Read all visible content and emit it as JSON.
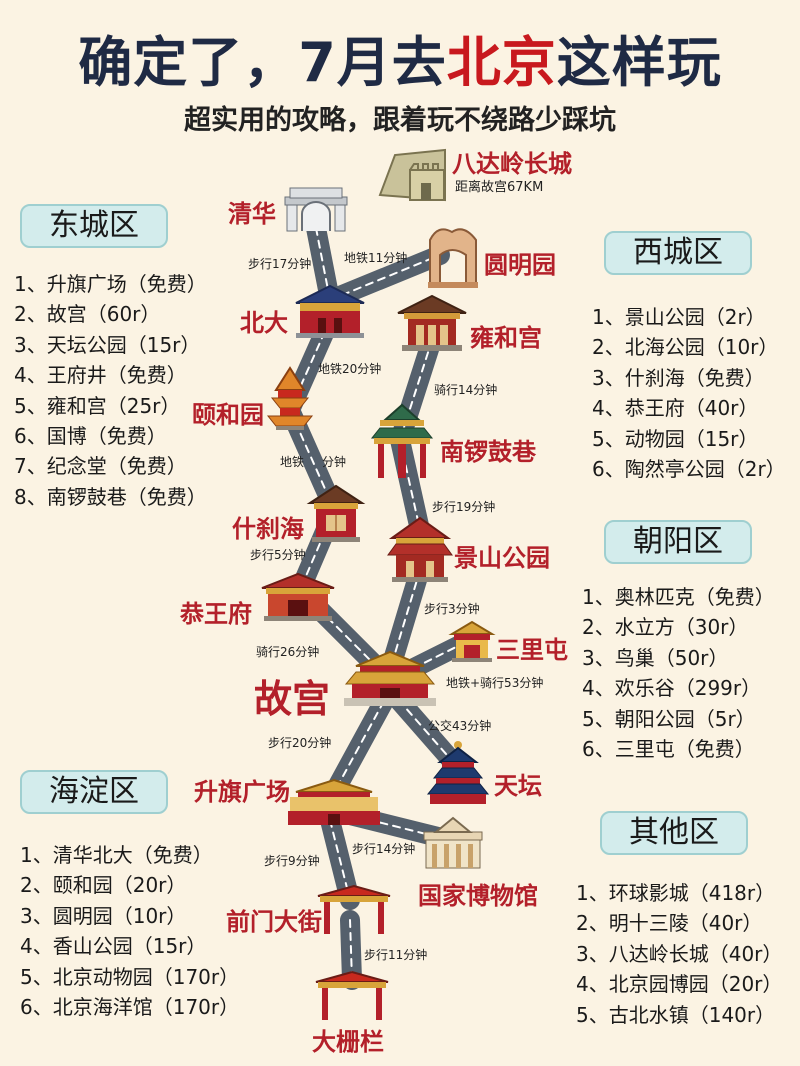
{
  "header": {
    "title_prefix": "确定了，7月去",
    "title_highlight": "北京",
    "title_suffix": "这样玩",
    "subtitle": "超实用的攻略，跟着玩不绕路少踩坑"
  },
  "districts": {
    "dongcheng": {
      "name": "东城区",
      "items": [
        "1、升旗广场（免费）",
        "2、故宫（60r）",
        "3、天坛公园（15r）",
        "4、王府井（免费）",
        "5、雍和宫（25r）",
        "6、国博（免费）",
        "7、纪念堂（免费）",
        "8、南锣鼓巷（免费）"
      ]
    },
    "xicheng": {
      "name": "西城区",
      "items": [
        "1、景山公园（2r）",
        "2、北海公园（10r）",
        "3、什刹海（免费）",
        "4、恭王府（40r）",
        "5、动物园（15r）",
        "6、陶然亭公园（2r）"
      ]
    },
    "chaoyang": {
      "name": "朝阳区",
      "items": [
        "1、奥林匹克（免费）",
        "2、水立方（30r）",
        "3、鸟巢（50r）",
        "4、欢乐谷（299r）",
        "5、朝阳公园（5r）",
        "6、三里屯（免费）"
      ]
    },
    "haidian": {
      "name": "海淀区",
      "items": [
        "1、清华北大（免费）",
        "2、颐和园（20r）",
        "3、圆明园（10r）",
        "4、香山公园（15r）",
        "5、北京动物园（170r）",
        "6、北京海洋馆（170r）"
      ]
    },
    "other": {
      "name": "其他区",
      "items": [
        "1、环球影城（418r）",
        "2、明十三陵（40r）",
        "3、八达岭长城（40r）",
        "4、北京园博园（20r）",
        "5、古北水镇（140r）"
      ]
    }
  },
  "places": {
    "badaling": "八达岭长城",
    "badaling_note": "距离故宫67KM",
    "qinghua": "清华",
    "yuanmingyuan": "圆明园",
    "beida": "北大",
    "yonghegong": "雍和宫",
    "yiheyuan": "颐和园",
    "nanluoguxiang": "南锣鼓巷",
    "shichahai": "什刹海",
    "jingshan": "景山公园",
    "gongwangfu": "恭王府",
    "sanlitun": "三里屯",
    "gugong": "故宫",
    "tiantan": "天坛",
    "shengqi": "升旗广场",
    "guobo": "国家博物馆",
    "qianmen": "前门大街",
    "dashilan": "大栅栏"
  },
  "segments": {
    "s1": "步行17分钟",
    "s2": "地铁11分钟",
    "s3": "地铁20分钟",
    "s4": "骑行14分钟",
    "s5": "地铁",
    "s5b": "分钟",
    "s6": "步行19分钟",
    "s7": "步行5分钟",
    "s8": "步行3分钟",
    "s9": "骑行26分钟",
    "s10": "地铁+骑行53分钟",
    "s11": "步行20分钟",
    "s12": "公交43分钟",
    "s13": "步行9分钟",
    "s14": "步行14分钟",
    "s15": "步行11分钟"
  },
  "colors": {
    "title": "#1f2a44",
    "highlight": "#c8191e",
    "place": "#b3202a",
    "district_bg": "#d3ecec",
    "road": "#5a6470"
  }
}
